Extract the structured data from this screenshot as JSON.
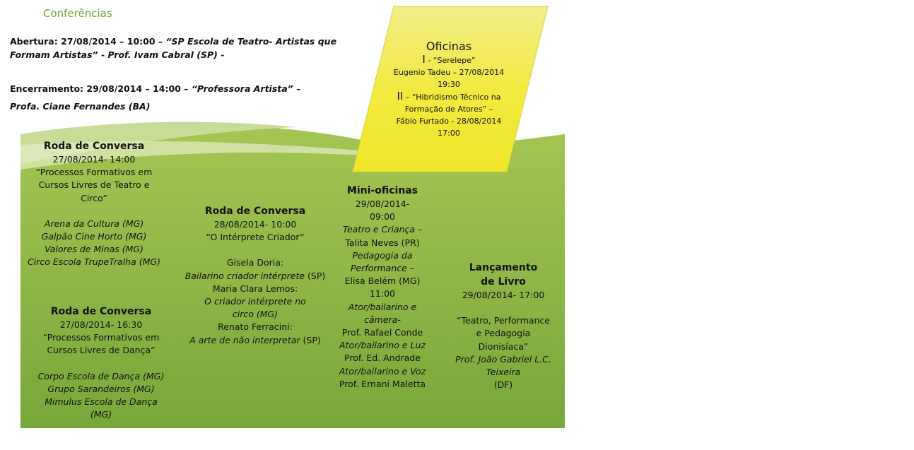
{
  "conferencias": {
    "title": "Conferências",
    "abertura_label": "Abertura: 27/08/2014 – 10:00 – ",
    "abertura_title": "“SP Escola de Teatro- Artistas que Formam Artistas”",
    "abertura_sep": " -  ",
    "abertura_speaker": "Prof. Ivam Cabral (SP)",
    "abertura_end": " -",
    "encerramento_label": "Encerramento: 29/08/2014 – 14:00 – ",
    "encerramento_title": "“Professora Artista”",
    "encerramento_end": " –",
    "encerramento_speaker": "Profa. Ciane Fernandes (BA)"
  },
  "oficinas": {
    "title": "Oficinas",
    "i_num": "I",
    "i_title": " - “Serelepe”",
    "i_info": "Eugenio Tadeu – 27/08/2014",
    "i_time": "19:30",
    "ii_num": "II",
    "ii_title": " – “Hibridismo Técnico na Formação de Atores” –",
    "ii_info": "Fábio Furtado - 28/08/2014",
    "ii_time": "17:00"
  },
  "roda1": {
    "title": "Roda de Conversa",
    "date": "27/08/2014- 14:00",
    "topic": "“Processos Formativos em Cursos Livres de Teatro e Circo”",
    "groups": [
      "Arena da Cultura (MG)",
      "Galpão Cine Horto (MG)",
      "Valores de Minas (MG)",
      "Circo Escola TrupeTralha (MG)"
    ]
  },
  "roda2": {
    "title": "Roda de Conversa",
    "date": "27/08/2014- 16:30",
    "topic": "“Processos Formativos em Cursos Livres de Dança”",
    "groups": [
      "Corpo Escola de Dança (MG)",
      "Grupo Sarandeiros (MG)",
      "Mimulus Escola de Dança (MG)"
    ]
  },
  "roda3": {
    "title": "Roda de Conversa",
    "date": "28/08/2014- 10:00",
    "topic": "“O Intérprete Criador”",
    "p1": "Gisela Doria:",
    "p1t": "Bailarino criador intérprete",
    "p1s": " (SP)",
    "p2": "Maria Clara Lemos:",
    "p2t": "O criador intérprete no circo (MG)",
    "p3": "Renato Ferracini:",
    "p3t": "A arte de não interpretar",
    "p3s": " (SP)"
  },
  "mini": {
    "title": "Mini-oficinas",
    "date": "29/08/2014- 09:00",
    "a_t": "Teatro e Criança –",
    "a_p": "Talita Neves (PR)",
    "b_t": "Pedagogia da Performance –",
    "b_p": "Elisa Belém (MG)",
    "time2": "11:00",
    "c_t": "Ator/bailarino e câmera-",
    "c_p": "Prof. Rafael Conde",
    "d_t": "Ator/bailarino e Luz",
    "d_p": "Prof. Ed. Andrade",
    "e_t": "Ator/bailarino e Voz",
    "e_p": "Prof. Ernani Maletta"
  },
  "livro": {
    "title": "Lançamento de Livro",
    "date": "29/08/2014- 17:00",
    "book": "“Teatro, Performance e Pedagogia Dionisíaca”",
    "author": "Prof. João Gabriel L.C. Teixeira",
    "place": "(DF)"
  },
  "colors": {
    "green": "#8fb840",
    "yellow": "#f2e93a",
    "title_green": "#6aa83a"
  }
}
